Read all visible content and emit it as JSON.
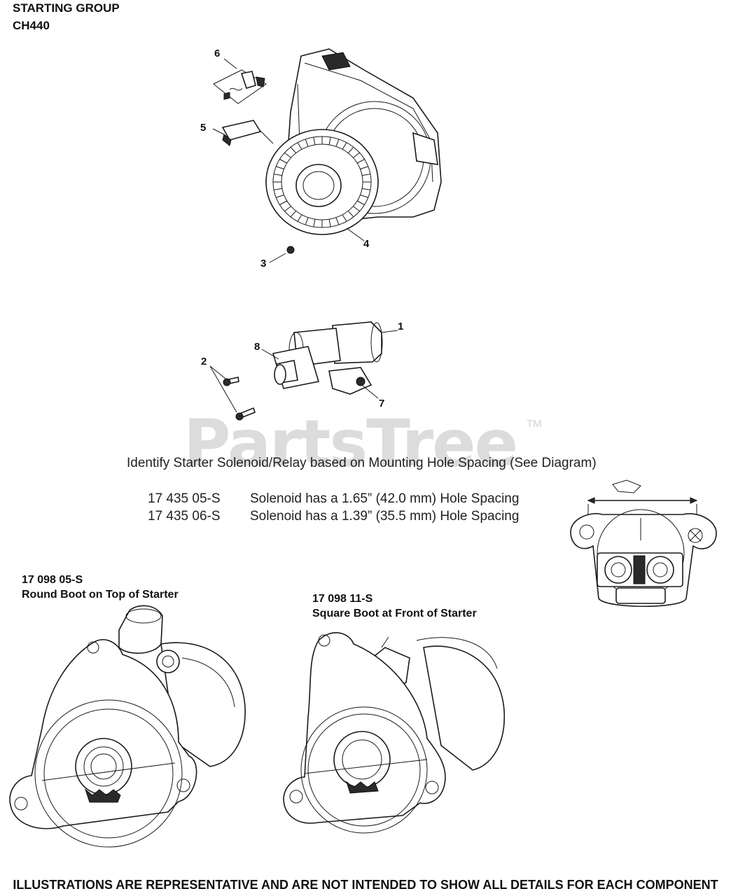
{
  "header": {
    "title": "STARTING GROUP",
    "model": "CH440"
  },
  "callouts": {
    "c1": "1",
    "c2": "2",
    "c3": "3",
    "c4": "4",
    "c5": "5",
    "c6": "6",
    "c7": "7",
    "c8": "8"
  },
  "watermark": {
    "text": "PartsTree",
    "tm": "TM"
  },
  "notice": {
    "text": "Identify Starter Solenoid/Relay based on Mounting Hole Spacing (See Diagram)"
  },
  "solenoids": [
    {
      "part": "17 435 05-S",
      "desc": "Solenoid has a 1.65” (42.0 mm) Hole Spacing"
    },
    {
      "part": "17 435 06-S",
      "desc": "Solenoid has a 1.39” (35.5 mm) Hole Spacing"
    }
  ],
  "starters": [
    {
      "part": "17 098 05-S",
      "desc": "Round Boot on Top of Starter"
    },
    {
      "part": "17 098 11-S",
      "desc": "Square Boot at Front of Starter"
    }
  ],
  "footer": {
    "text": "ILLUSTRATIONS ARE REPRESENTATIVE AND ARE NOT INTENDED TO SHOW ALL DETAILS FOR EACH COMPONENT"
  }
}
